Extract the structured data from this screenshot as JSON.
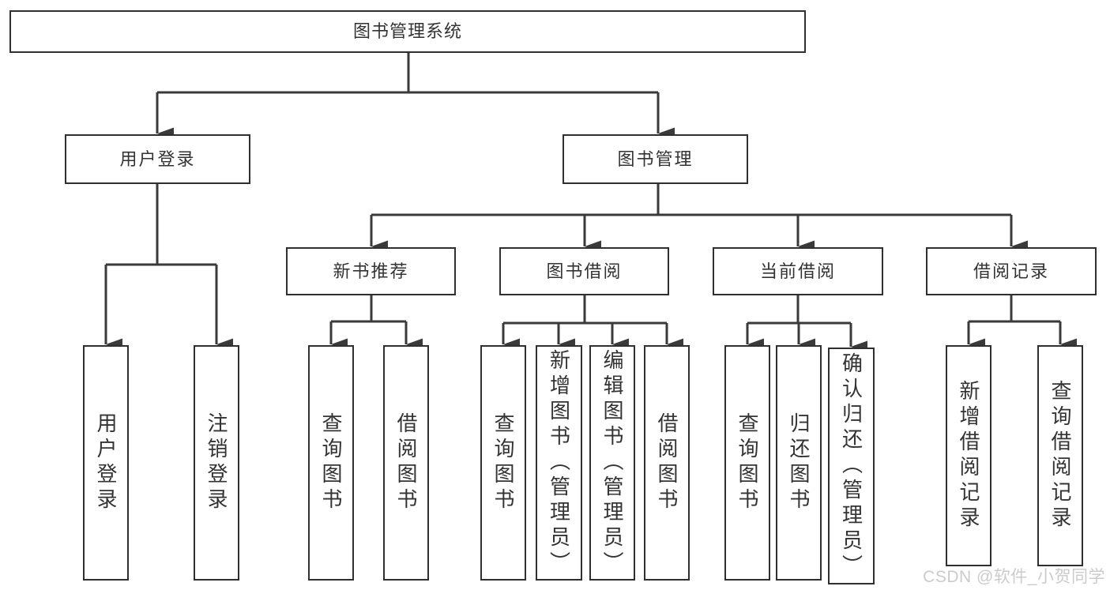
{
  "diagram": {
    "root": {
      "label": "图书管理系统"
    },
    "level2": [
      {
        "label": "用户登录",
        "children": [
          "用户登录",
          "注销登录"
        ]
      },
      {
        "label": "图书管理",
        "sections": [
          {
            "label": "新书推荐",
            "children": [
              "查询图书",
              "借阅图书"
            ]
          },
          {
            "label": "图书借阅",
            "children": [
              "查询图书",
              "新增图书（管理员）",
              "编辑图书（管理员）",
              "借阅图书"
            ]
          },
          {
            "label": "当前借阅",
            "children": [
              "查询图书",
              "归还图书",
              "确认归还（管理员）"
            ]
          },
          {
            "label": "借阅记录",
            "children": [
              "新增借阅记录",
              "查询借阅记录"
            ]
          }
        ]
      }
    ]
  },
  "watermark": {
    "text": "CSDN @软件_小贺同学"
  },
  "colors": {
    "line": "#3a3a3a",
    "border": "#2f2f2f",
    "text": "#333333",
    "watermark": "#cbcbcb",
    "background": "#ffffff"
  }
}
